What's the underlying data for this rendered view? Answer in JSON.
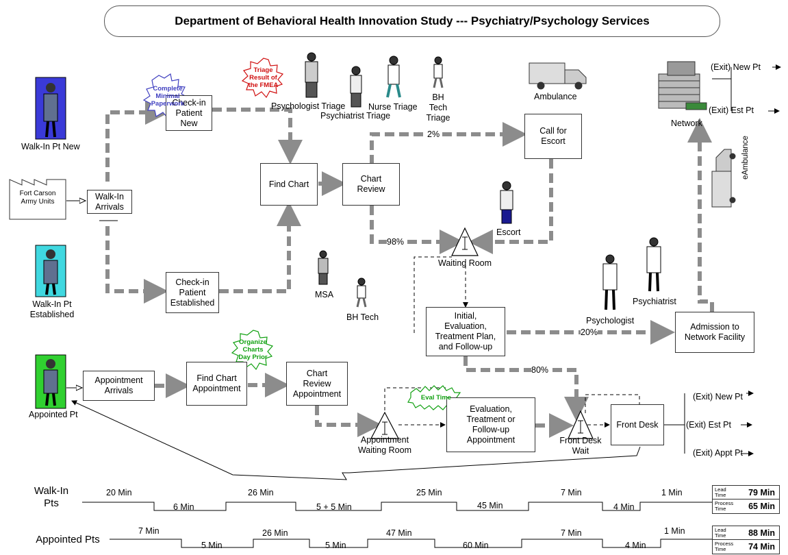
{
  "title": "Department of Behavioral Health Innovation Study --- Psychiatry/Psychology  Services",
  "boxes": {
    "checkin_new": "Check-in\nPatient\nNew",
    "walkin_arrivals": "Walk-In\nArrivals",
    "checkin_established": "Check-in\nPatient\nEstablished",
    "find_chart": "Find Chart",
    "chart_review": "Chart\nReview",
    "call_escort": "Call for\nEscort",
    "initial_eval": "Initial,\nEvaluation,\nTreatment Plan,\nand Follow-up",
    "admission": "Admission to\nNetwork Facility",
    "appointment_arrivals": "Appointment\nArrivals",
    "find_chart_appt": "Find Chart\nAppointment",
    "chart_review_appt": "Chart\nReview\nAppointment",
    "eval_followup": "Evaluation,\nTreatment or\nFollow-up\nAppointment",
    "front_desk": "Front Desk"
  },
  "labels": {
    "fort_carson": "Fort Carson\nArmy Units",
    "walkin_pt_new": "Walk-In Pt New",
    "walkin_pt_established": "Walk-In Pt\nEstablished",
    "appointed_pt": "Appointed Pt",
    "psychologist_triage": "Psychologist Triage",
    "psychiatrist_triage": "Psychiatrist Triage",
    "nurse_triage": "Nurse Triage",
    "bh_tech_triage": "BH\nTech\nTriage",
    "ambulance": "Ambulance",
    "network": "Network",
    "exit_new_top": "(Exit) New Pt",
    "exit_est_top": "(Exit) Est Pt",
    "eambulance": "eAmbulance",
    "escort": "Escort",
    "waiting_room": "Waiting Room",
    "msa": "MSA",
    "bh_tech": "BH Tech",
    "psychologist": "Psychologist",
    "psychiatrist": "Psychiatrist",
    "appointment_waiting_room": "Appointment\nWaiting Room",
    "front_desk_wait": "Front Desk\nWait",
    "exit_new_bottom": "(Exit) New Pt",
    "exit_est_bottom": "(Exit) Est Pt",
    "exit_appt_bottom": "(Exit) Appt Pt",
    "pct_2": "2%",
    "pct_98": "98%",
    "pct_20": "20%",
    "pct_80": "80%"
  },
  "bursts": {
    "complete_minimal": "Complete\nMinimal\nPaperwork",
    "triage_fmea": "Triage\nResult of\nthe FMEA",
    "organize_charts": "Organize\nCharts\nDay Prior",
    "eval_time": "Eval Time"
  },
  "timelines": {
    "walkin": {
      "label": "Walk-In\nPts",
      "waits": [
        "20 Min",
        "26 Min",
        "25 Min",
        "7 Min",
        "1 Min"
      ],
      "process": [
        "6 Min",
        "5 + 5 Min",
        "45 Min",
        "4 Min"
      ],
      "lead_key": "Lead\nTime",
      "lead_value": "79 Min",
      "process_key": "Process\nTime",
      "process_value": "65 Min"
    },
    "appointed": {
      "label": "Appointed Pts",
      "waits": [
        "7 Min",
        "26 Min",
        "47 Min",
        "7 Min",
        "1 Min"
      ],
      "process": [
        "5 Min",
        "5 Min",
        "60 Min",
        "4 Min"
      ],
      "lead_key": "Lead\nTime",
      "lead_value": "88 Min",
      "process_key": "Process\nTime",
      "process_value": "74 Min"
    }
  },
  "colors": {
    "dashed_arrow": "#8c8c8c",
    "burst_blue": "#4040c0",
    "burst_red": "#d01010",
    "burst_green": "#10a010",
    "walkin_new_fill": "#3a3ad8",
    "walkin_est_fill": "#40d8e0",
    "appointed_fill": "#30d030"
  }
}
